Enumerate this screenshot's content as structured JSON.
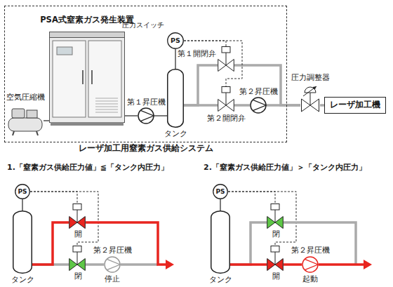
{
  "diagram": {
    "nodes": [
      {
        "text": [
          "レーザ加工用窒素ガス供給システム"
        ]
      },
      {
        "text": [
          "PSA式窒素ガス発生装置"
        ],
        "in": 0
      },
      {
        "text": [
          "空気圧縮機"
        ],
        "in": 0
      },
      {
        "text": [
          "第１昇圧機"
        ],
        "in": 0
      },
      {
        "text": [
          "タンク"
        ],
        "in": 0
      },
      {
        "text": [
          "圧力スイッチ",
          "PS"
        ],
        "in": 0
      },
      {
        "text": [
          "第１開閉弁"
        ],
        "in": 0
      },
      {
        "text": [
          "第２開閉弁"
        ],
        "in": 0
      },
      {
        "text": [
          "第２昇圧機"
        ],
        "in": 0
      },
      {
        "text": [
          "圧力調整器"
        ]
      },
      {
        "text": [
          "レーザ加工機"
        ]
      },
      {
        "text": [
          "PS"
        ]
      },
      {
        "text": [
          "タンク"
        ]
      },
      {
        "text": [
          "開"
        ]
      },
      {
        "text": [
          "閉"
        ]
      },
      {
        "text": [
          "第２昇圧機",
          "停止"
        ]
      },
      {
        "text": [
          "PS"
        ]
      },
      {
        "text": [
          "タンク"
        ]
      },
      {
        "text": [
          "閉"
        ]
      },
      {
        "text": [
          "開"
        ]
      },
      {
        "text": [
          "第２昇圧機",
          "起動"
        ]
      }
    ],
    "edges": [
      {
        "from": 2,
        "to": 1,
        "arrow": "none"
      },
      {
        "from": 1,
        "to": 3,
        "arrow": "none"
      },
      {
        "from": 3,
        "to": 4,
        "arrow": "none"
      },
      {
        "from": 4,
        "to": 5,
        "arrow": "none"
      },
      {
        "from": 4,
        "to": 6,
        "arrow": "none"
      },
      {
        "from": 4,
        "to": 7,
        "arrow": "none"
      },
      {
        "from": 7,
        "to": 8,
        "arrow": "none"
      },
      {
        "from": 6,
        "to": 9,
        "arrow": "none"
      },
      {
        "from": 8,
        "to": 9,
        "arrow": "none"
      },
      {
        "from": 9,
        "to": 10,
        "arrow": "none"
      },
      {
        "from": 5,
        "to": 6,
        "arrow": "none"
      },
      {
        "from": 5,
        "to": 7,
        "arrow": "none"
      },
      {
        "from": 12,
        "to": 11,
        "arrow": "none"
      },
      {
        "from": 12,
        "to": 13,
        "arrow": "none"
      },
      {
        "from": 12,
        "to": 14,
        "arrow": "none"
      },
      {
        "from": 14,
        "to": 15,
        "arrow": "none"
      },
      {
        "from": 11,
        "to": 13,
        "arrow": "none"
      },
      {
        "from": 11,
        "to": 14,
        "arrow": "none"
      },
      {
        "from": 17,
        "to": 16,
        "arrow": "none"
      },
      {
        "from": 17,
        "to": 18,
        "arrow": "none"
      },
      {
        "from": 17,
        "to": 19,
        "arrow": "none"
      },
      {
        "from": 19,
        "to": 20,
        "arrow": "none"
      },
      {
        "from": 16,
        "to": 18,
        "arrow": "none"
      },
      {
        "from": 16,
        "to": 19,
        "arrow": "none"
      }
    ],
    "labels": [
      "1.「窒素ガス供給圧力値」≦「タンク内圧力」",
      "2.「窒素ガス供給圧力値」＞「タンク内圧力」"
    ]
  }
}
